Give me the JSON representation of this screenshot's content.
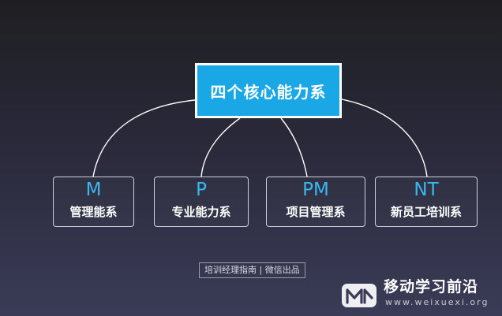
{
  "diagram": {
    "root": "四个核心能力系",
    "children": [
      {
        "code": "M",
        "label": "管理能系"
      },
      {
        "code": "P",
        "label": "专业能力系"
      },
      {
        "code": "PM",
        "label": "项目管理系"
      },
      {
        "code": "NT",
        "label": "新员工培训系"
      }
    ]
  },
  "footer": {
    "tag": "培训经理指南 | 微信出品"
  },
  "watermark": {
    "title": "移动学习前沿",
    "url": "www.weixuexi.org"
  },
  "colors": {
    "root_fill": "#1aa7e6",
    "code_text": "#39b8f0",
    "background_top": "#1f1f22",
    "background_bottom": "#3a3c57"
  }
}
